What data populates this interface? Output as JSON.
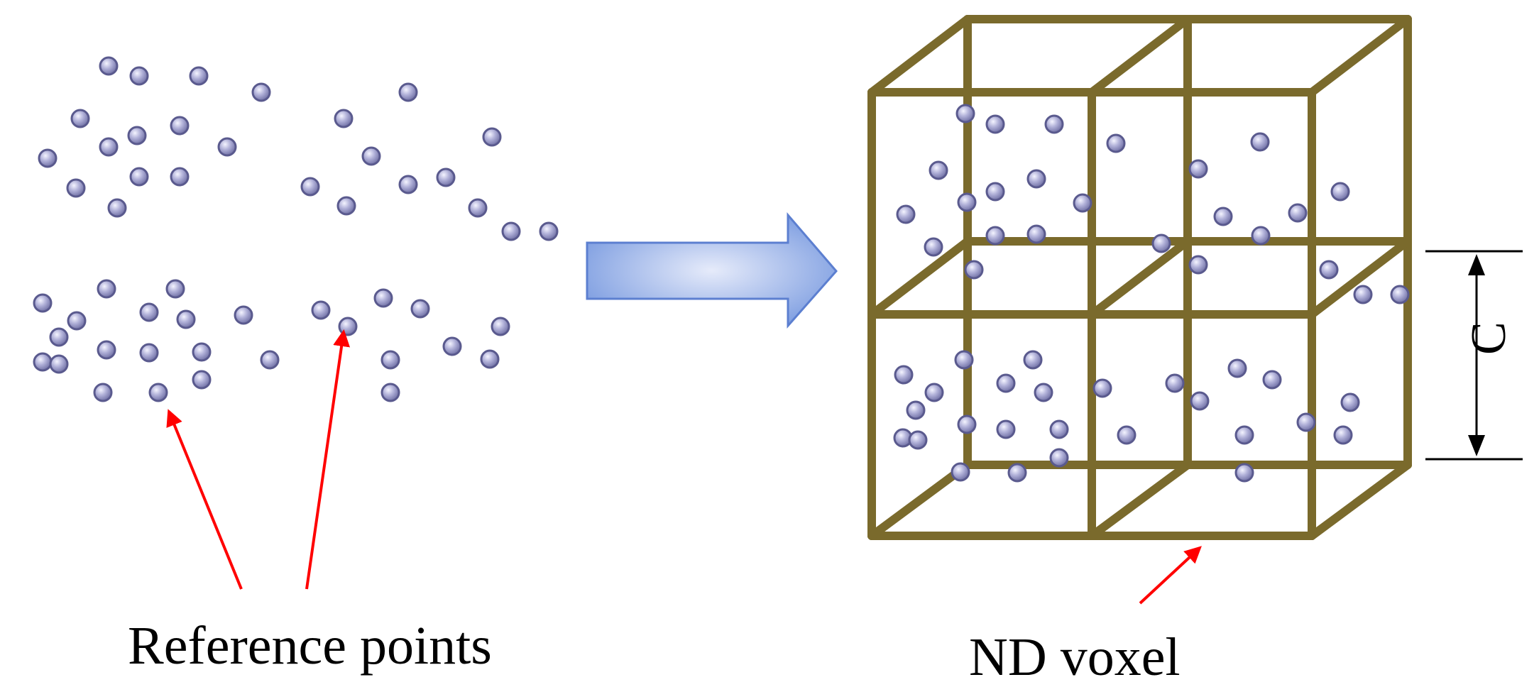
{
  "labels": {
    "reference_points": "Reference points",
    "nd_voxel": "ND voxel",
    "cell_size": "C"
  },
  "colors": {
    "point_fill": "#8c8cc0",
    "point_stroke": "#5a5a8e",
    "voxel_frame": "#7a6a2c",
    "annotation_arrow": "#ff0000",
    "transform_arrow": "#7a9be0",
    "dimension_line": "#000000"
  },
  "icons": {
    "transform_arrow": "right-block-arrow-icon",
    "pointer_arrow": "red-pointer-arrow-icon"
  }
}
